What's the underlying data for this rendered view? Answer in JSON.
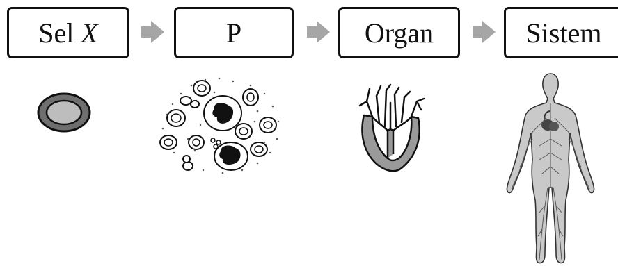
{
  "stages": [
    {
      "id": "cell",
      "label": "Sel",
      "label_var": "X"
    },
    {
      "id": "tissue",
      "label": "P",
      "label_var": ""
    },
    {
      "id": "organ",
      "label": "Organ",
      "label_var": ""
    },
    {
      "id": "system",
      "label": "Sistem",
      "label_var": ""
    }
  ],
  "arrow_color": "#a6a6a6",
  "border_color": "#111111",
  "icons": {
    "cell": "cell-icon",
    "tissue": "tissue-icon",
    "organ": "heart-icon",
    "system": "human-body-circulatory-icon"
  }
}
